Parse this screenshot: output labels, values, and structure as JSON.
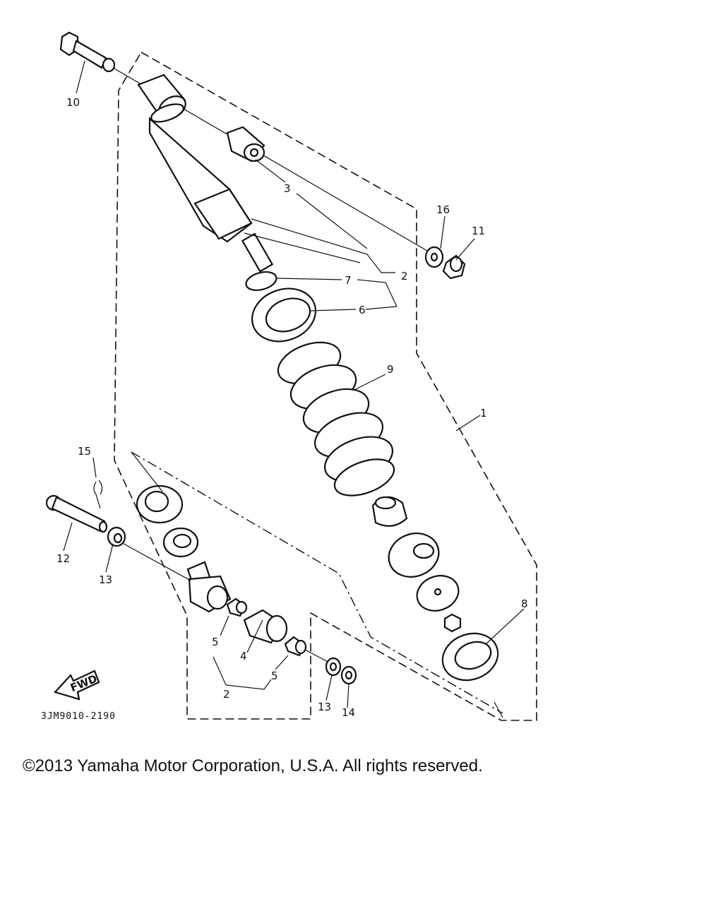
{
  "diagram": {
    "labels": {
      "p1": "1",
      "p2a": "2",
      "p2b": "2",
      "p3": "3",
      "p4": "4",
      "p5a": "5",
      "p5b": "5",
      "p6": "6",
      "p7": "7",
      "p8": "8",
      "p9": "9",
      "p10": "10",
      "p11": "11",
      "p12": "12",
      "p13a": "13",
      "p13b": "13",
      "p14": "14",
      "p15": "15",
      "p16": "16"
    },
    "fwd_label": "FWD",
    "drawing_code": "3JM9010-2190"
  },
  "footer": {
    "copyright": "©2013 Yamaha Motor Corporation, U.S.A. All rights reserved."
  }
}
